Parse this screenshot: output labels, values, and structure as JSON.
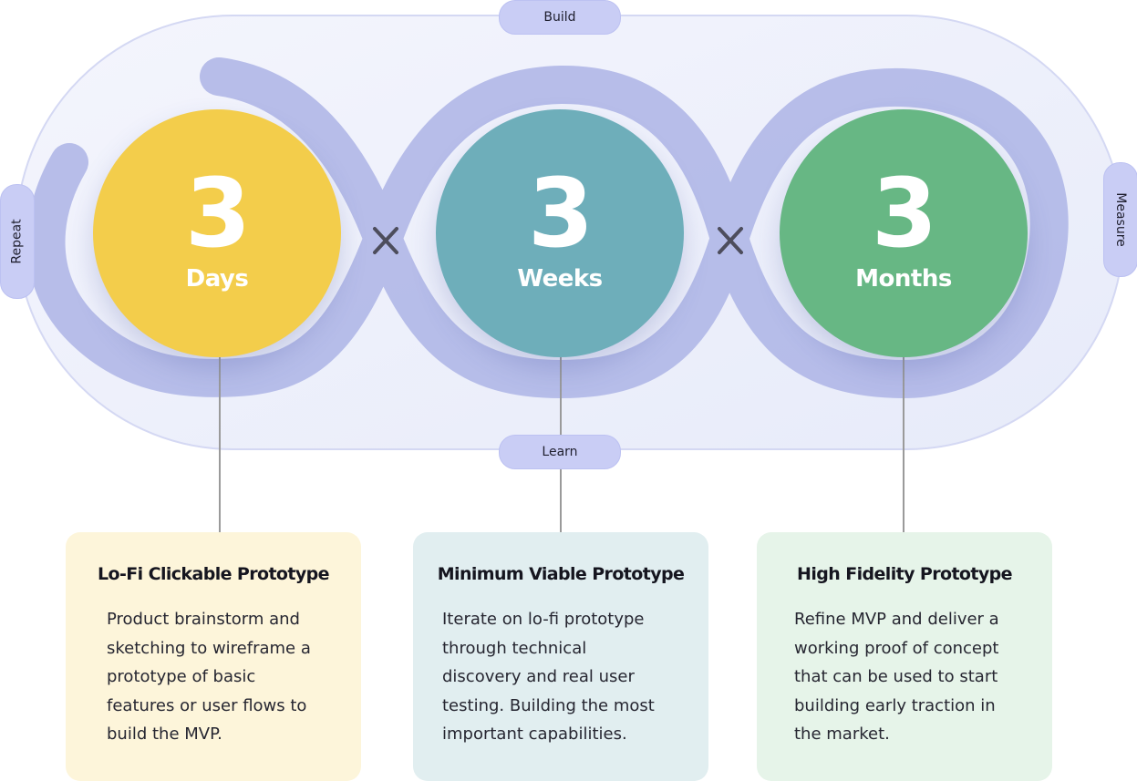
{
  "labels": {
    "build": "Build",
    "learn": "Learn",
    "repeat": "Repeat",
    "measure": "Measure"
  },
  "stages": [
    {
      "number": "3",
      "unit": "Days",
      "color": "#f3cd4b",
      "card_color": "#fdf5da",
      "card_title": "Lo-Fi Clickable Prototype",
      "card_lines": [
        "Product brainstorm and",
        "sketching to wireframe a",
        "prototype of basic",
        "features or user flows to",
        "build the MVP."
      ]
    },
    {
      "number": "3",
      "unit": "Weeks",
      "color": "#6eaeba",
      "card_color": "#e1eef0",
      "card_title": "Minimum Viable Prototype",
      "card_lines": [
        "Iterate on lo-fi prototype",
        "through technical",
        "discovery and real user",
        "testing. Building the most",
        "important capabilities."
      ]
    },
    {
      "number": "3",
      "unit": "Months",
      "color": "#67b784",
      "card_color": "#e6f4e9",
      "card_title": "High Fidelity Prototype",
      "card_lines": [
        "Refine MVP and deliver a",
        "working proof of concept",
        "that can be used to start",
        "building early traction in",
        "the market."
      ]
    }
  ],
  "separators": [
    "×",
    "×"
  ],
  "colors": {
    "loop_band": "#b3b9e8",
    "outer_loop_fill": "#eceffb",
    "outer_loop_stroke": "#d4d8f3",
    "pill_fill": "#c9cdf5",
    "connector": "#9a9a9a",
    "cross": "#4d4d5c"
  }
}
